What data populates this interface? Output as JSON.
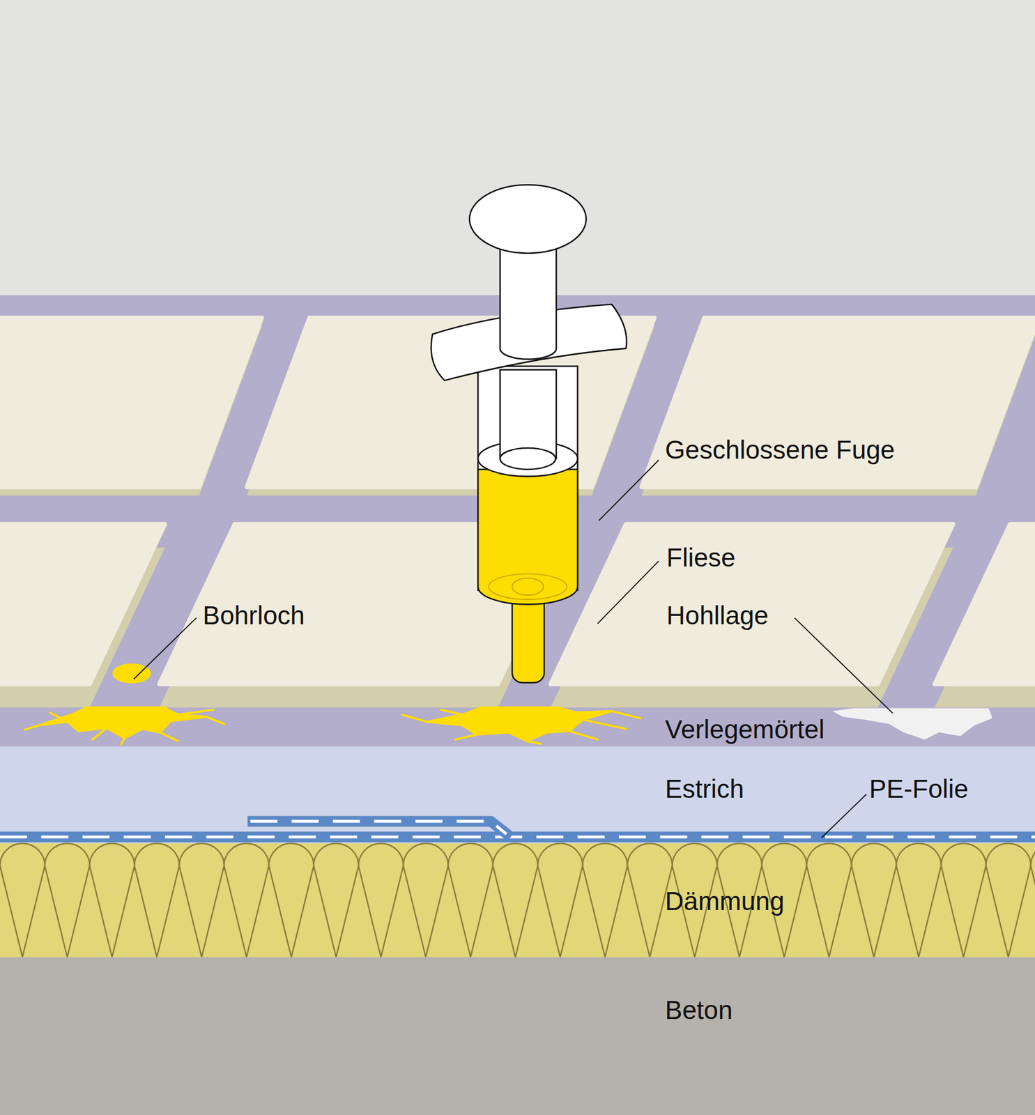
{
  "diagram": {
    "nodes": [
      {
        "text": [
          "Verlegemörtel"
        ]
      },
      {
        "text": [
          "Estrich"
        ]
      },
      {
        "text": [
          "Dämmung"
        ]
      },
      {
        "text": [
          "Beton"
        ]
      }
    ],
    "labels": [
      "Geschlossene Fuge",
      "Fliese",
      "Hohllage",
      "Bohrloch",
      "PE-Folie"
    ]
  }
}
